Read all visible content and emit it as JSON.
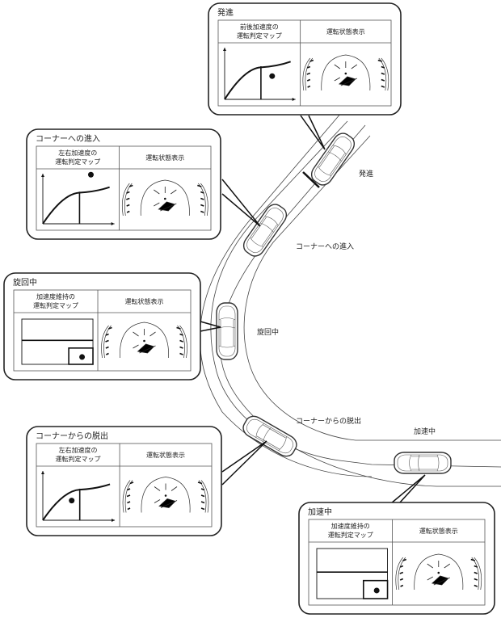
{
  "diagram": {
    "title": "Driving state display scenes",
    "stages": [
      {
        "id": "start",
        "title": "発進",
        "map_header": [
          "前後加速度の",
          "運転判定マップ"
        ],
        "display_header": "運転状態表示",
        "map_type": "curve",
        "dot_position": "below-right-of-curve"
      },
      {
        "id": "corner-entry",
        "title": "コーナーへの進入",
        "map_header": [
          "左右加速度の",
          "運転判定マップ"
        ],
        "display_header": "運転状態表示",
        "map_type": "curve",
        "dot_position": "above-curve"
      },
      {
        "id": "turning",
        "title": "旋回中",
        "map_header": [
          "加速度維持の",
          "運転判定マップ"
        ],
        "display_header": "運転状態表示",
        "map_type": "region",
        "dot_position": "inside-region"
      },
      {
        "id": "corner-exit",
        "title": "コーナーからの脱出",
        "map_header": [
          "左右加速度の",
          "運転判定マップ"
        ],
        "display_header": "運転状態表示",
        "map_type": "curve",
        "dot_position": "below-left-of-curve"
      },
      {
        "id": "accelerating",
        "title": "加速中",
        "map_header": [
          "加速度維持の",
          "運転判定マップ"
        ],
        "display_header": "運転状態表示",
        "map_type": "region",
        "dot_position": "inside-region"
      }
    ],
    "road_labels": {
      "start": "発進",
      "corner_entry": "コーナーへの進入",
      "turning": "旋回中",
      "corner_exit": "コーナーからの脱出",
      "accelerating": "加速中"
    },
    "icons": {
      "car": "car-top-view-icon",
      "gauge": "driving-state-gauge-icon"
    }
  }
}
